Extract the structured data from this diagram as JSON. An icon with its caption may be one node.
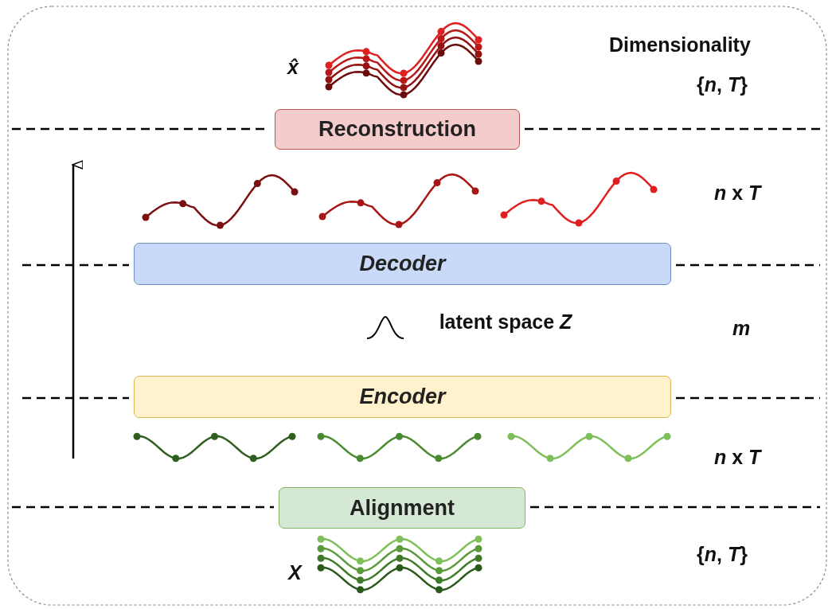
{
  "diagram": {
    "nodes": [
      {
        "text": [
          "Reconstruction"
        ]
      },
      {
        "text": [
          "Decoder"
        ]
      },
      {
        "text": [
          "Encoder"
        ]
      },
      {
        "text": [
          "Alignment"
        ]
      }
    ],
    "labels": [
      "Dimensionality",
      "x̂",
      "{*n*, *T*}",
      "*n* x *T*",
      "latent space *Z*",
      "*m*",
      "*n* x *T*",
      "*X*",
      "{*n*, *T*}"
    ]
  }
}
